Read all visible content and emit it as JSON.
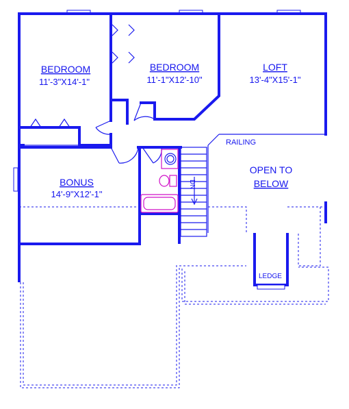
{
  "rooms": [
    {
      "key": "bedroom_left",
      "name": "BEDROOM",
      "dim": "11'-3\"X14'-1\""
    },
    {
      "key": "bedroom_middle",
      "name": "BEDROOM",
      "dim": "11'-1\"X12'-10\""
    },
    {
      "key": "loft",
      "name": "LOFT",
      "dim": "13'-4\"X15'-1\""
    },
    {
      "key": "bonus",
      "name": "BONUS",
      "dim": "14'-9\"X12'-1\""
    }
  ],
  "labels": {
    "open_line1": "OPEN TO",
    "open_line2": "BELOW",
    "railing": "RAILING",
    "ledge": "LEDGE",
    "stair_dir": "DN"
  },
  "colors": {
    "walls": "#1a1aee",
    "text": "#1515ee",
    "fixtures": "#d010c8"
  }
}
